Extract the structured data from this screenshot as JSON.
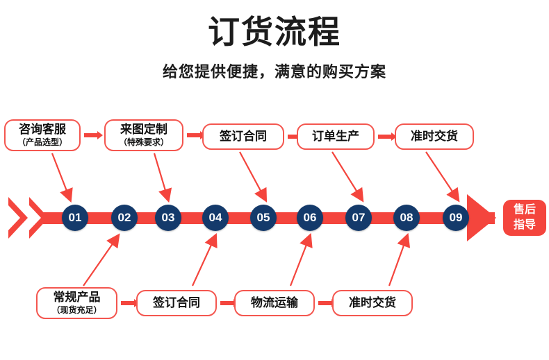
{
  "header": {
    "title": "订货流程",
    "subtitle": "给您提供便捷，满意的购买方案"
  },
  "colors": {
    "accent_red": "#f4453d",
    "box_border": "#f4564f",
    "node_navy": "#143a6b",
    "text_dark": "#1c1c1c",
    "background": "#ffffff"
  },
  "top_flow": {
    "steps": [
      {
        "line1": "咨询客服",
        "line2": "（产品选型）",
        "target_node": "01"
      },
      {
        "line1": "来图定制",
        "line2": "（特殊要求）",
        "target_node": "03"
      },
      {
        "line1": "签订合同",
        "line2": "",
        "target_node": "05"
      },
      {
        "line1": "订单生产",
        "line2": "",
        "target_node": "07"
      },
      {
        "line1": "准时交货",
        "line2": "",
        "target_node": "09"
      }
    ]
  },
  "bottom_flow": {
    "steps": [
      {
        "line1": "常规产品",
        "line2": "（现货充足）",
        "target_node": "02"
      },
      {
        "line1": "签订合同",
        "line2": "",
        "target_node": "04"
      },
      {
        "line1": "物流运输",
        "line2": "",
        "target_node": "06"
      },
      {
        "line1": "准时交货",
        "line2": "",
        "target_node": "08"
      }
    ]
  },
  "timeline": {
    "nodes": [
      "01",
      "02",
      "03",
      "04",
      "05",
      "06",
      "07",
      "08",
      "09"
    ],
    "start_icon": "double-chevron-icon",
    "end_icon": "arrow-head-icon",
    "end_badge_line1": "售后",
    "end_badge_line2": "指导"
  }
}
